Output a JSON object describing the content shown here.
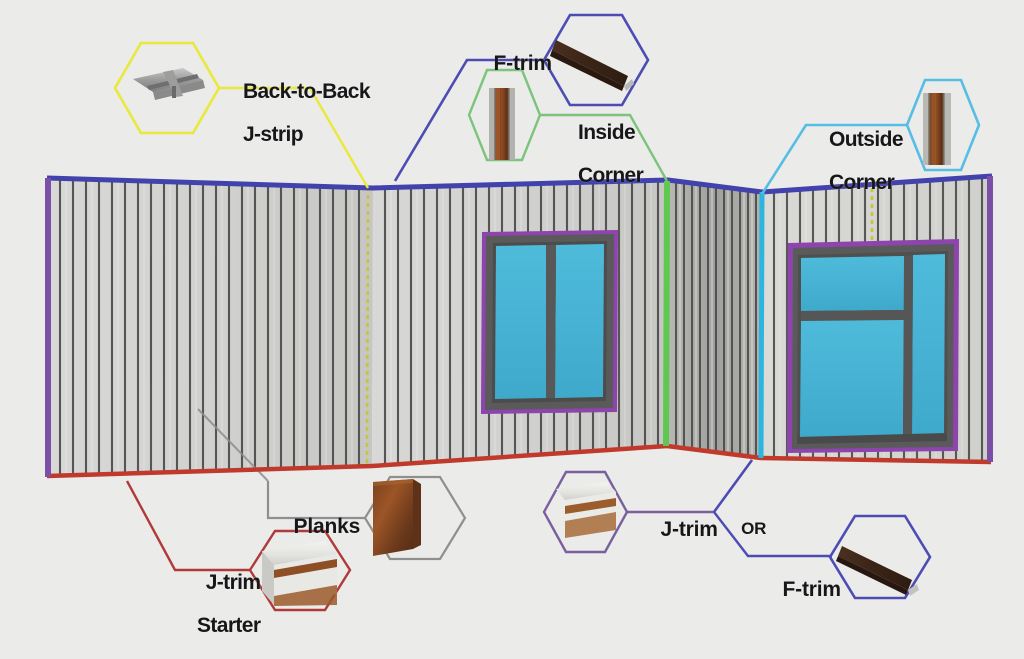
{
  "diagram": {
    "title": "Vertical plank siding trim component callout diagram",
    "background_color": "#ebebe9"
  },
  "callouts": [
    {
      "id": "back-to-back-j-strip",
      "label_line1": "Back-to-Back",
      "label_line2": "J-strip",
      "hex_color": "#e9e93c",
      "swatch": "flat-grey-j-strip",
      "points_to": "yellow-dashed-seam-left-wall"
    },
    {
      "id": "f-trim-top",
      "label_line1": "F-trim",
      "label_line2": "",
      "hex_color": "#4c4cb4",
      "swatch": "dark-brown-angled-trim",
      "points_to": "wall-top-edge"
    },
    {
      "id": "inside-corner",
      "label_line1": "Inside",
      "label_line2": "Corner",
      "hex_color": "#7cc47c",
      "swatch": "brown-rounded-inside-corner",
      "points_to": "green-vertical-inside-corner"
    },
    {
      "id": "outside-corner",
      "label_line1": "Outside",
      "label_line2": "Corner",
      "hex_color": "#56bde4",
      "swatch": "brown-rounded-outside-corner",
      "points_to": "cyan-vertical-outside-corner"
    },
    {
      "id": "planks",
      "label_line1": "Planks",
      "label_line2": "",
      "hex_color": "#8f8f8f",
      "swatch": "wood-plank-board",
      "points_to": "wall-face-left"
    },
    {
      "id": "j-trim-starter",
      "label_line1": "J-trim",
      "label_line2": "Starter",
      "hex_color": "#b03a3a",
      "swatch": "white-brown-j-trim-starter",
      "points_to": "wall-bottom-edge-left"
    },
    {
      "id": "j-trim",
      "label_line1": "J-trim",
      "label_line2": "",
      "hex_color": "#7a5f9e",
      "swatch": "white-brown-j-trim",
      "points_to": "wall-bottom-corner"
    },
    {
      "id": "or-connector",
      "label_line1": "OR",
      "label_line2": "",
      "hex_color": "#4c4cb4",
      "swatch": "",
      "points_to": "branch-node"
    },
    {
      "id": "f-trim-bottom",
      "label_line1": "F-trim",
      "label_line2": "",
      "hex_color": "#4c4cb4",
      "swatch": "dark-brown-angled-trim",
      "points_to": "branch-node"
    }
  ],
  "building": {
    "wall_left": {
      "name": "left-wall-panel",
      "siding": "vertical-planks",
      "plank_count": 26,
      "face_color": "#d3d3d1"
    },
    "wall_middle": {
      "name": "returning-wall-panel",
      "siding": "vertical-planks",
      "plank_count": 12,
      "face_color": "#a9a9a6"
    },
    "wall_right": {
      "name": "right-wall-panel",
      "siding": "vertical-planks",
      "plank_count": 18,
      "face_color": "#d6d6d3"
    },
    "trim_lines": {
      "top_f_trim_color": "#4c4cb4",
      "bottom_j_trim_color": "#c0392b",
      "left_edge_color": "#7b4fa8",
      "right_edge_color": "#7b4fa8",
      "inside_corner_color": "#5ec94e",
      "outside_corner_color": "#2bb6e0",
      "back_to_back_seam_color": "#c8c832"
    },
    "windows": [
      {
        "name": "window-left",
        "outline_color": "#8e44ad",
        "frame_color": "#5a5a5a",
        "glass_color": "#45b3d6",
        "panes": 2
      },
      {
        "name": "window-right-slider",
        "outline_color": "#8e44ad",
        "frame_color": "#5a5a5a",
        "glass_color": "#45b3d6",
        "panes": 3
      }
    ]
  }
}
